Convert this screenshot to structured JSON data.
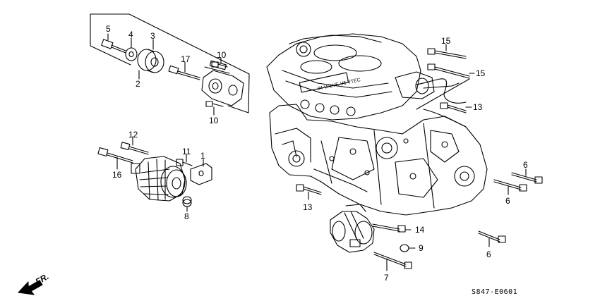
{
  "diagram": {
    "code": "S847-E0601",
    "direction_label": "FR.",
    "engine_badge": "24 VALVE V6 VTEC",
    "line_color": "#000000",
    "background": "#ffffff",
    "callouts": {
      "c1": "1",
      "c2": "2",
      "c3": "3",
      "c4": "4",
      "c5": "5",
      "c6a": "6",
      "c6b": "6",
      "c6c": "6",
      "c7": "7",
      "c8": "8",
      "c9": "9",
      "c10a": "10",
      "c10b": "10",
      "c11": "11",
      "c12": "12",
      "c13a": "13",
      "c13b": "13",
      "c14": "14",
      "c15a": "15",
      "c15b": "15",
      "c16": "16",
      "c17": "17"
    }
  }
}
